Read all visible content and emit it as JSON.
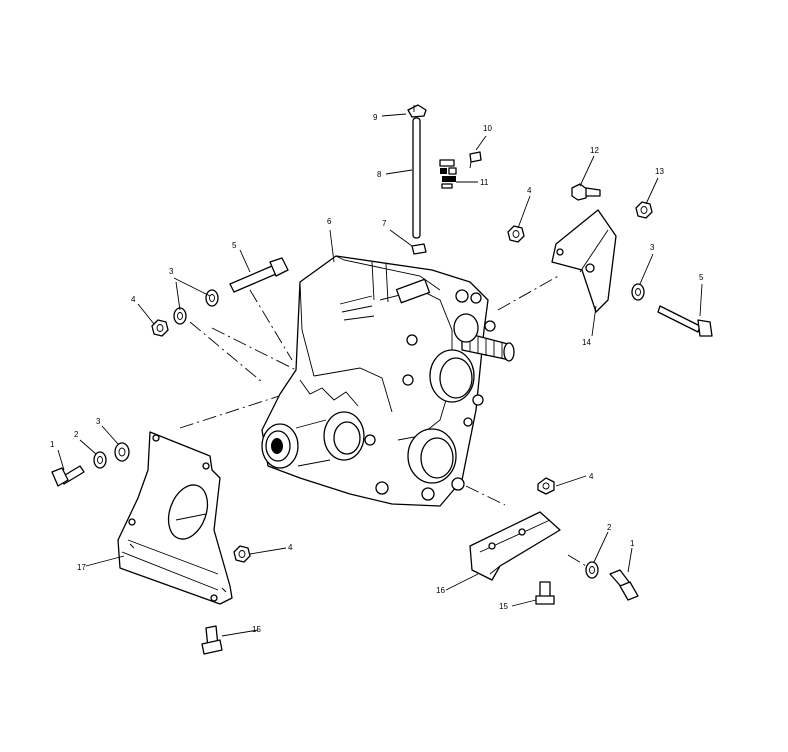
{
  "diagram": {
    "callouts": {
      "c1a": "1",
      "c1b": "1",
      "c2a": "2",
      "c2b": "2",
      "c3a": "3",
      "c3b": "3",
      "c3c": "3",
      "c4a": "4",
      "c4b": "4",
      "c4c": "4",
      "c4d": "4",
      "c5a": "5",
      "c5b": "5",
      "c6": "6",
      "c7": "7",
      "c8": "8",
      "c9": "9",
      "c10": "10",
      "c11": "11",
      "c12": "12",
      "c13": "13",
      "c14": "14",
      "c15a": "15",
      "c15b": "15",
      "c16": "16",
      "c17": "17"
    }
  }
}
